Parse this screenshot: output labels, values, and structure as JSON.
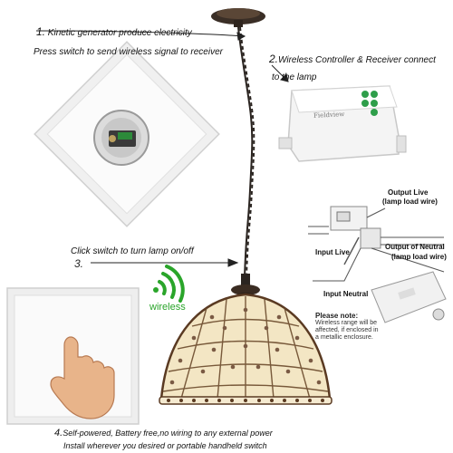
{
  "step1": {
    "number": "1.",
    "line1": "Kinetic generator produce electricity",
    "line2": "Press switch to send wireless signal to receiver"
  },
  "step2": {
    "number": "2.",
    "line1": "Wireless Controller & Receiver connect",
    "line2": "to the lamp"
  },
  "step3": {
    "number": "3.",
    "line1": "Click switch to turn lamp on/off"
  },
  "step4": {
    "number": "4.",
    "line1": "Self-powered, Battery free,no wiring to any external power",
    "line2": "Install wherever you desired or portable handheld switch"
  },
  "wireless_label": "wireless",
  "receiver_brand": "Fieldview",
  "wiring": {
    "output_live": "Output Live",
    "output_live_sub": "(lamp load wire)",
    "input_live": "Input Live",
    "output_neutral": "Output of Neutral",
    "output_neutral_sub": "(lamp load wire)",
    "input_neutral": "Input Neutral"
  },
  "note": {
    "title": "Please note:",
    "body1": "Wireless range will be",
    "body2": "affected, if enclosed in",
    "body3": "a metallic enclosure."
  },
  "colors": {
    "wireless_green": "#2aa52a",
    "button_green": "#2e9e4a",
    "chain": "#2a2420",
    "shade_cream": "#f3e6c4",
    "shade_lead": "#5a3a22"
  }
}
